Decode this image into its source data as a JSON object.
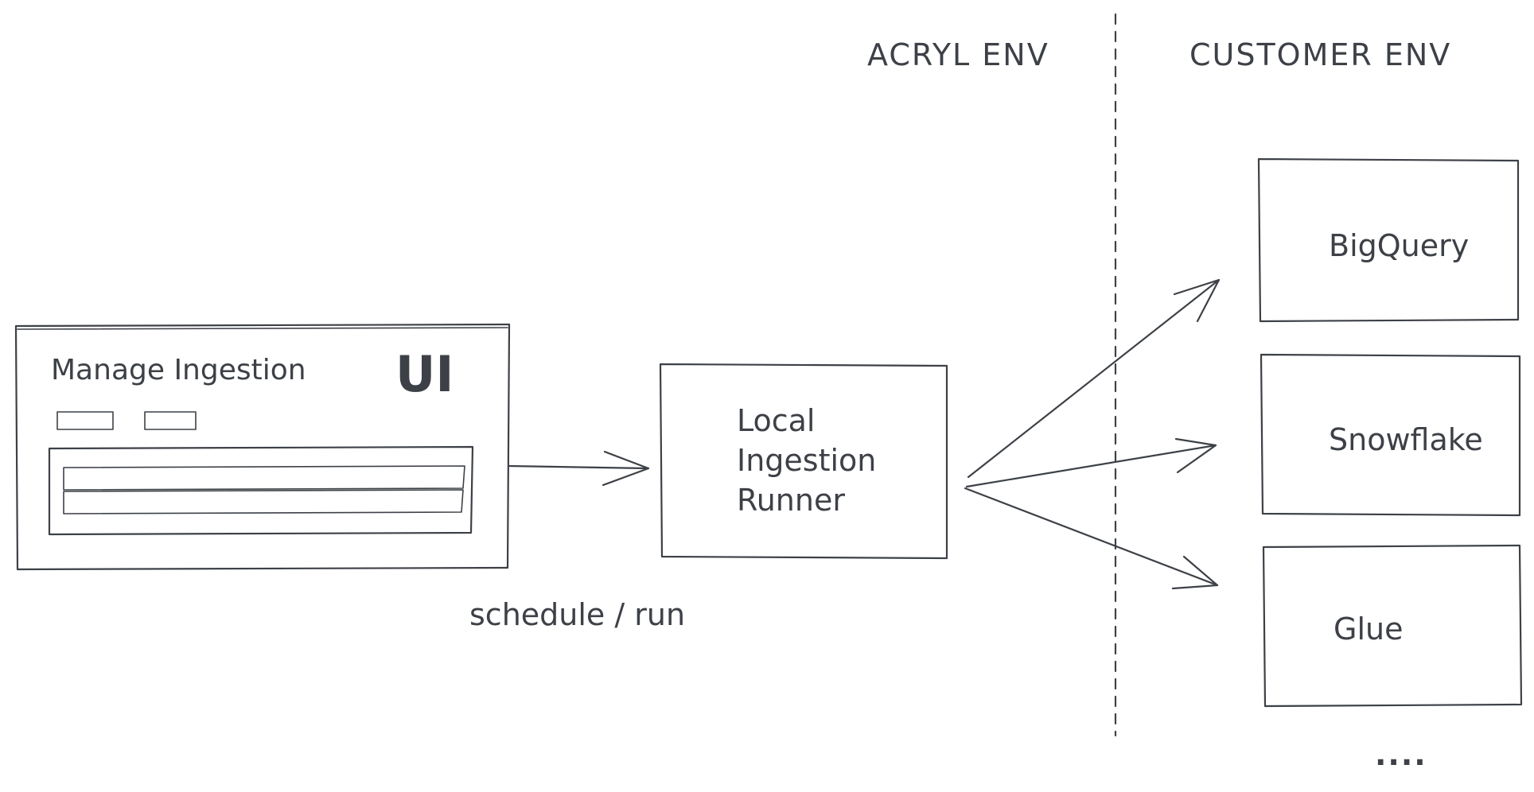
{
  "env_labels": {
    "acryl": "ACRYL ENV",
    "customer": "CUSTOMER ENV"
  },
  "ui_panel": {
    "title": "Manage Ingestion",
    "mark": "UI"
  },
  "runner": {
    "line1": "Local",
    "line2": "Ingestion",
    "line3": "Runner"
  },
  "edge_label": "schedule / run",
  "sources": [
    {
      "label": "BigQuery"
    },
    {
      "label": "Snowflake"
    },
    {
      "label": "Glue"
    }
  ],
  "more": "...."
}
